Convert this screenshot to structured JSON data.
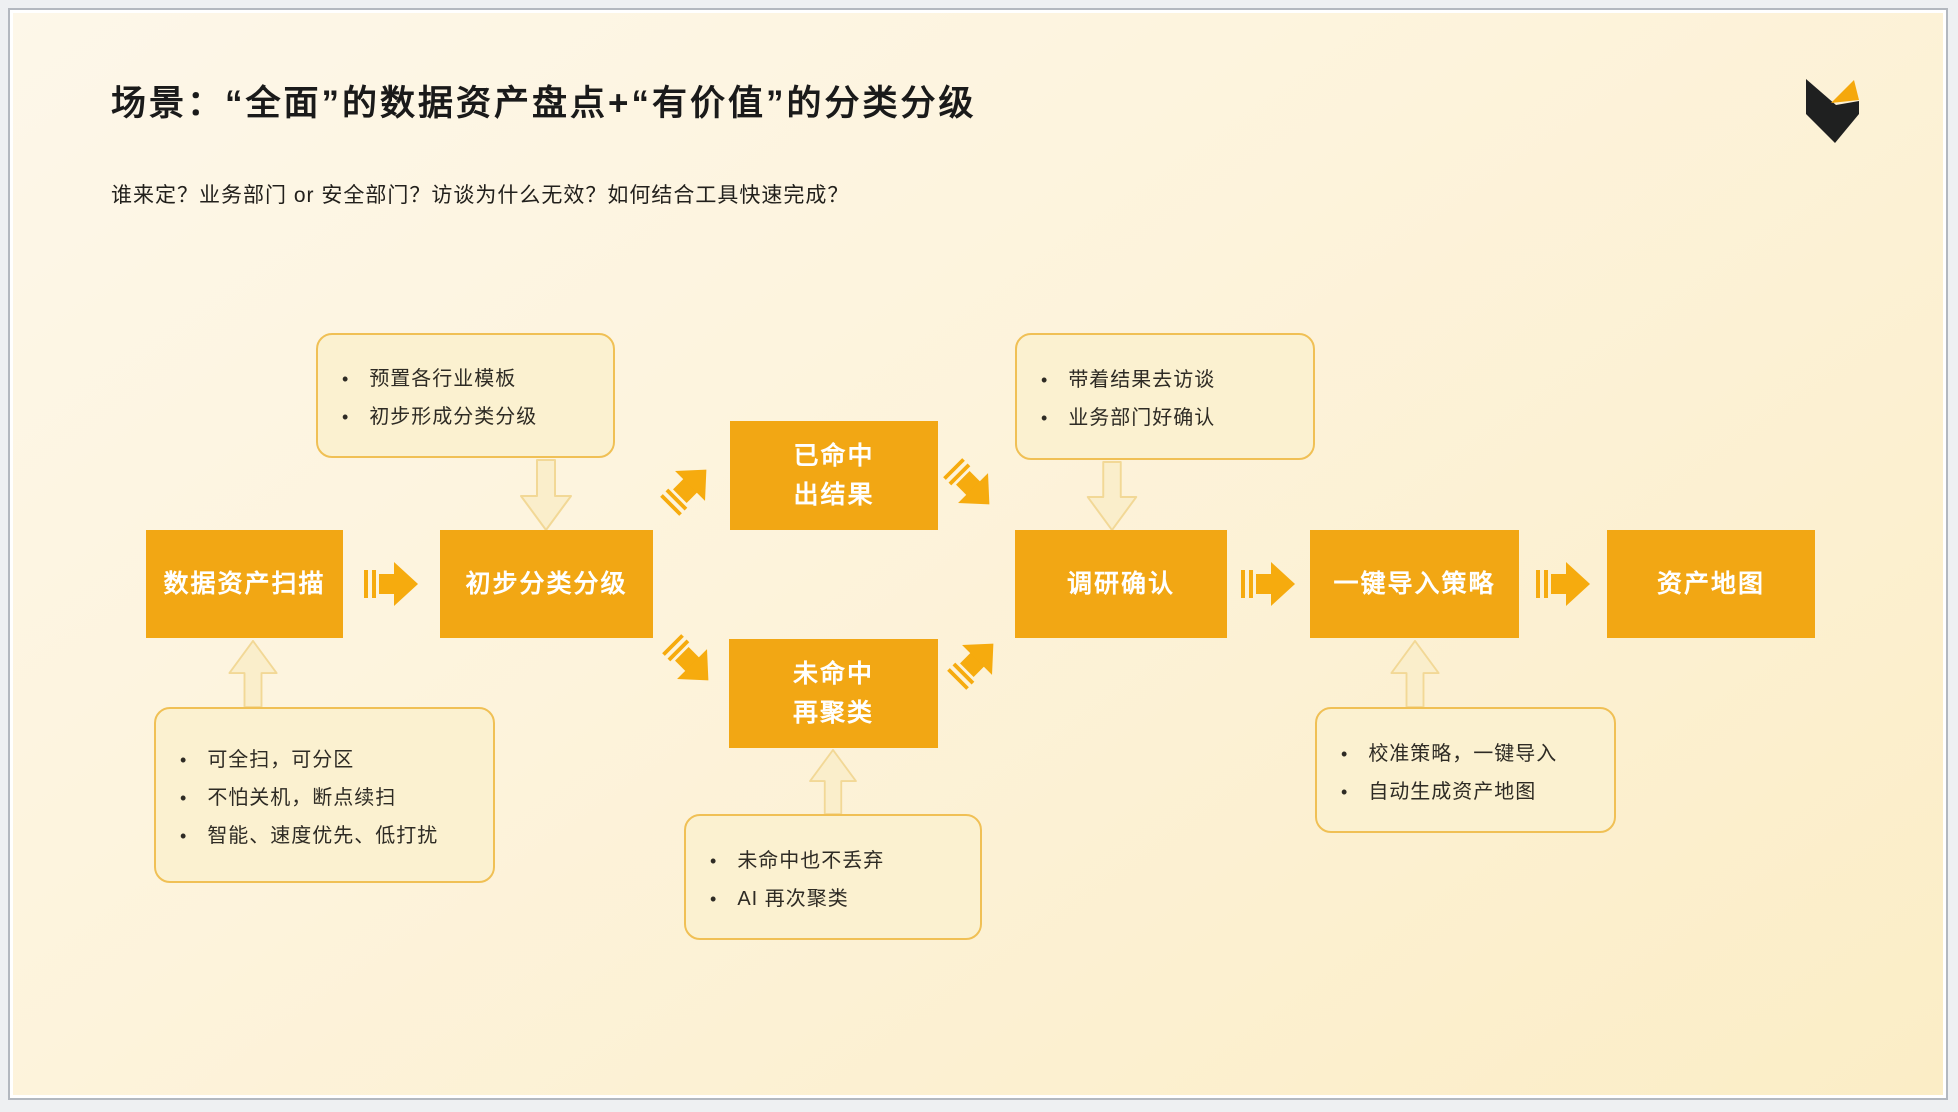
{
  "page": {
    "title": "场景：“全面”的数据资产盘点+“有价值”的分类分级",
    "subtitle": "谁来定？业务部门 or 安全部门？访谈为什么无效？如何结合工具快速完成？"
  },
  "colors": {
    "node_fill": "#f2a714",
    "node_text": "#ffffff",
    "striped_arrow_fill": "#f6ab0e",
    "callout_fill": "#fbf1d0",
    "callout_border": "#f0c055",
    "block_arrow_fill": "#faeecb",
    "block_arrow_border": "#f2d896",
    "slide_bg_top": "#fdf7e9",
    "slide_bg_bottom": "#fbedc6",
    "logo_dark": "#1f2020",
    "logo_orange": "#f5a80c",
    "frame_border": "#b3b8bf"
  },
  "flow": {
    "bullet": "•",
    "nodes": {
      "scan": {
        "label": "数据资产扫描"
      },
      "classify": {
        "label": "初步分类分级"
      },
      "hit": {
        "line1": "已命中",
        "line2": "出结果"
      },
      "miss": {
        "line1": "未命中",
        "line2": "再聚类"
      },
      "confirm": {
        "label": "调研确认"
      },
      "import": {
        "label": "一键导入策略"
      },
      "map": {
        "label": "资产地图"
      }
    },
    "callouts": {
      "templates": {
        "items": [
          "预置各行业模板",
          "初步形成分类分级"
        ]
      },
      "interview": {
        "items": [
          "带着结果去访谈",
          "业务部门好确认"
        ]
      },
      "scan_notes": {
        "items": [
          "可全扫，可分区",
          "不怕关机，断点续扫",
          "智能、速度优先、低打扰"
        ]
      },
      "recluster": {
        "items": [
          "未命中也不丢弃",
          "AI 再次聚类"
        ]
      },
      "import_notes": {
        "items": [
          "校准策略，一键导入",
          "自动生成资产地图"
        ]
      }
    }
  }
}
